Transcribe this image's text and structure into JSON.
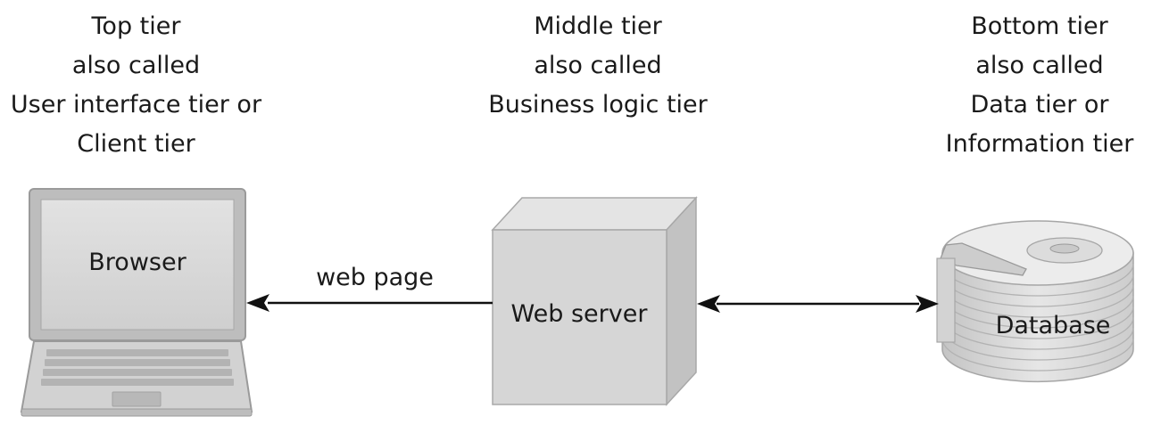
{
  "tiers": {
    "top": {
      "lines": [
        "Top tier",
        "also called",
        "User interface tier or",
        "Client tier"
      ]
    },
    "middle": {
      "lines": [
        "Middle tier",
        "also called",
        "Business logic tier"
      ]
    },
    "bottom": {
      "lines": [
        "Bottom tier",
        "also called",
        "Data tier or",
        "Information tier"
      ]
    }
  },
  "nodes": {
    "browser": {
      "label": "Browser",
      "icon": "laptop-icon"
    },
    "web_server": {
      "label": "Web server",
      "icon": "server-cube-icon"
    },
    "database": {
      "label": "Database",
      "icon": "disk-stack-icon"
    }
  },
  "edges": {
    "server_to_browser": {
      "label": "web page",
      "direction": "one-way"
    },
    "server_database": {
      "label": "",
      "direction": "two-way"
    }
  }
}
